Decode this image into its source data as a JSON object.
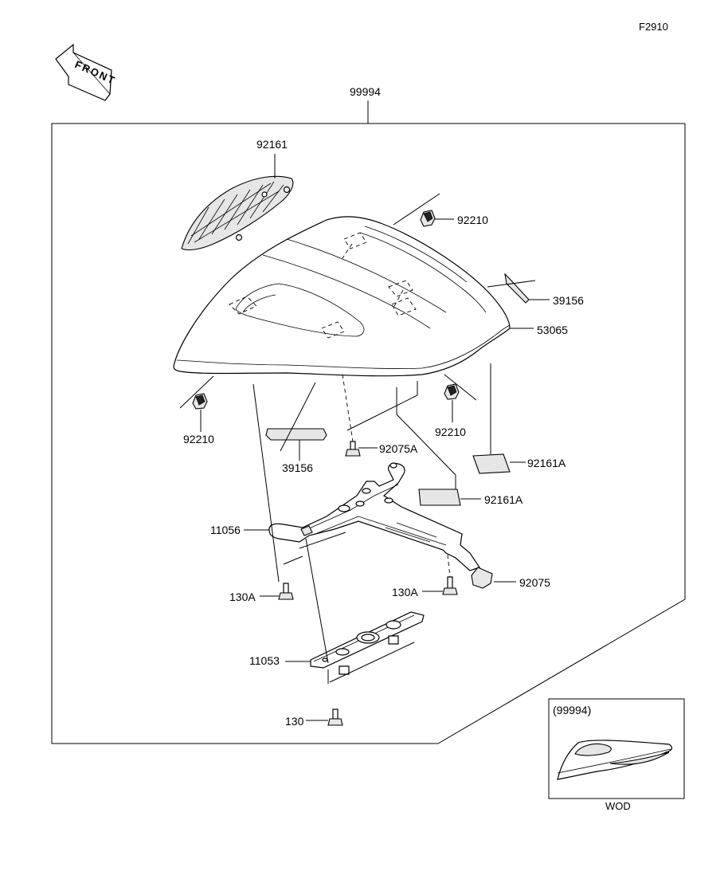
{
  "figure_code": "F2910",
  "front_arrow_text": "FRONT",
  "assembly_label": "99994",
  "part_labels": {
    "p92161": "92161",
    "p92210_top": "92210",
    "p39156_right": "39156",
    "p53065": "53065",
    "p92210_left": "92210",
    "p92210_right": "92210",
    "p39156_left": "39156",
    "p92075A": "92075A",
    "p92161A_right": "92161A",
    "p92161A_mid": "92161A",
    "p11056": "11056",
    "p130A_left": "130A",
    "p130A_right": "130A",
    "p92075": "92075",
    "p11053": "11053",
    "p130": "130"
  },
  "inset": {
    "label": "(99994)",
    "caption": "WOD"
  }
}
